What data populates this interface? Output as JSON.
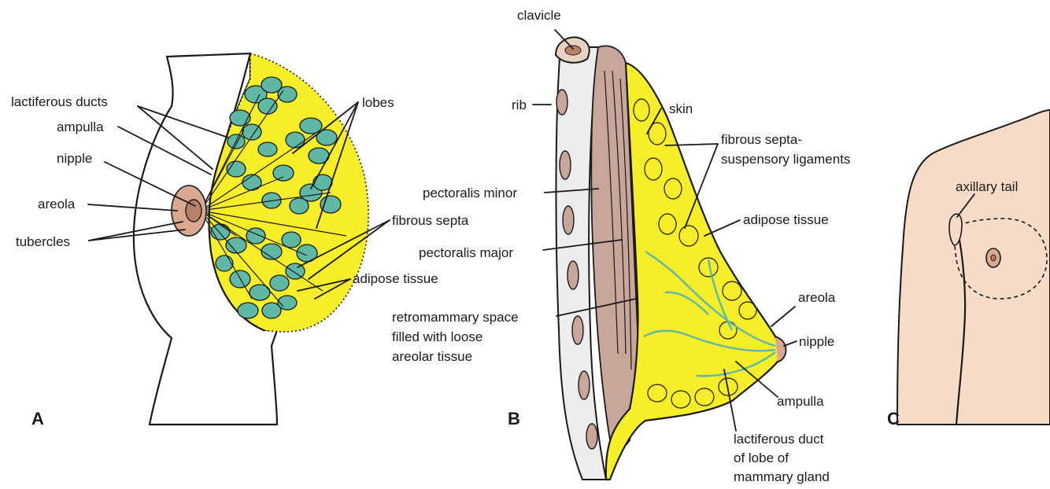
{
  "colors": {
    "skin": "#f6dcc8",
    "adipose": "#f7ee2a",
    "lobule": "#5fb8a6",
    "muscle": "#c9a69a",
    "outline": "#1a1a1a"
  },
  "panels": {
    "a": {
      "letter": "A",
      "labels": {
        "lactiferous_ducts": "lactiferous ducts",
        "ampulla": "ampulla",
        "nipple": "nipple",
        "areola": "areola",
        "tubercles": "tubercles",
        "lobes": "lobes",
        "fibrous_septa": "fibrous septa",
        "adipose_tissue": "adipose tissue"
      }
    },
    "b": {
      "letter": "B",
      "labels": {
        "clavicle": "clavicle",
        "rib": "rib",
        "skin": "skin",
        "fibrous_septa_1": "fibrous septa-",
        "fibrous_septa_2": "suspensory ligaments",
        "pectoralis_minor": "pectoralis minor",
        "adipose_tissue": "adipose tissue",
        "pectoralis_major": "pectoralis major",
        "areola": "areola",
        "retromammary_1": "retromammary space",
        "retromammary_2": "filled with loose",
        "retromammary_3": "areolar tissue",
        "nipple": "nipple",
        "ampulla": "ampulla",
        "lactiferous_duct_1": "lactiferous duct",
        "lactiferous_duct_2": "of lobe of",
        "lactiferous_duct_3": "mammary gland"
      }
    },
    "c": {
      "letter": "C",
      "labels": {
        "axillary_tail": "axillary tail"
      }
    }
  }
}
